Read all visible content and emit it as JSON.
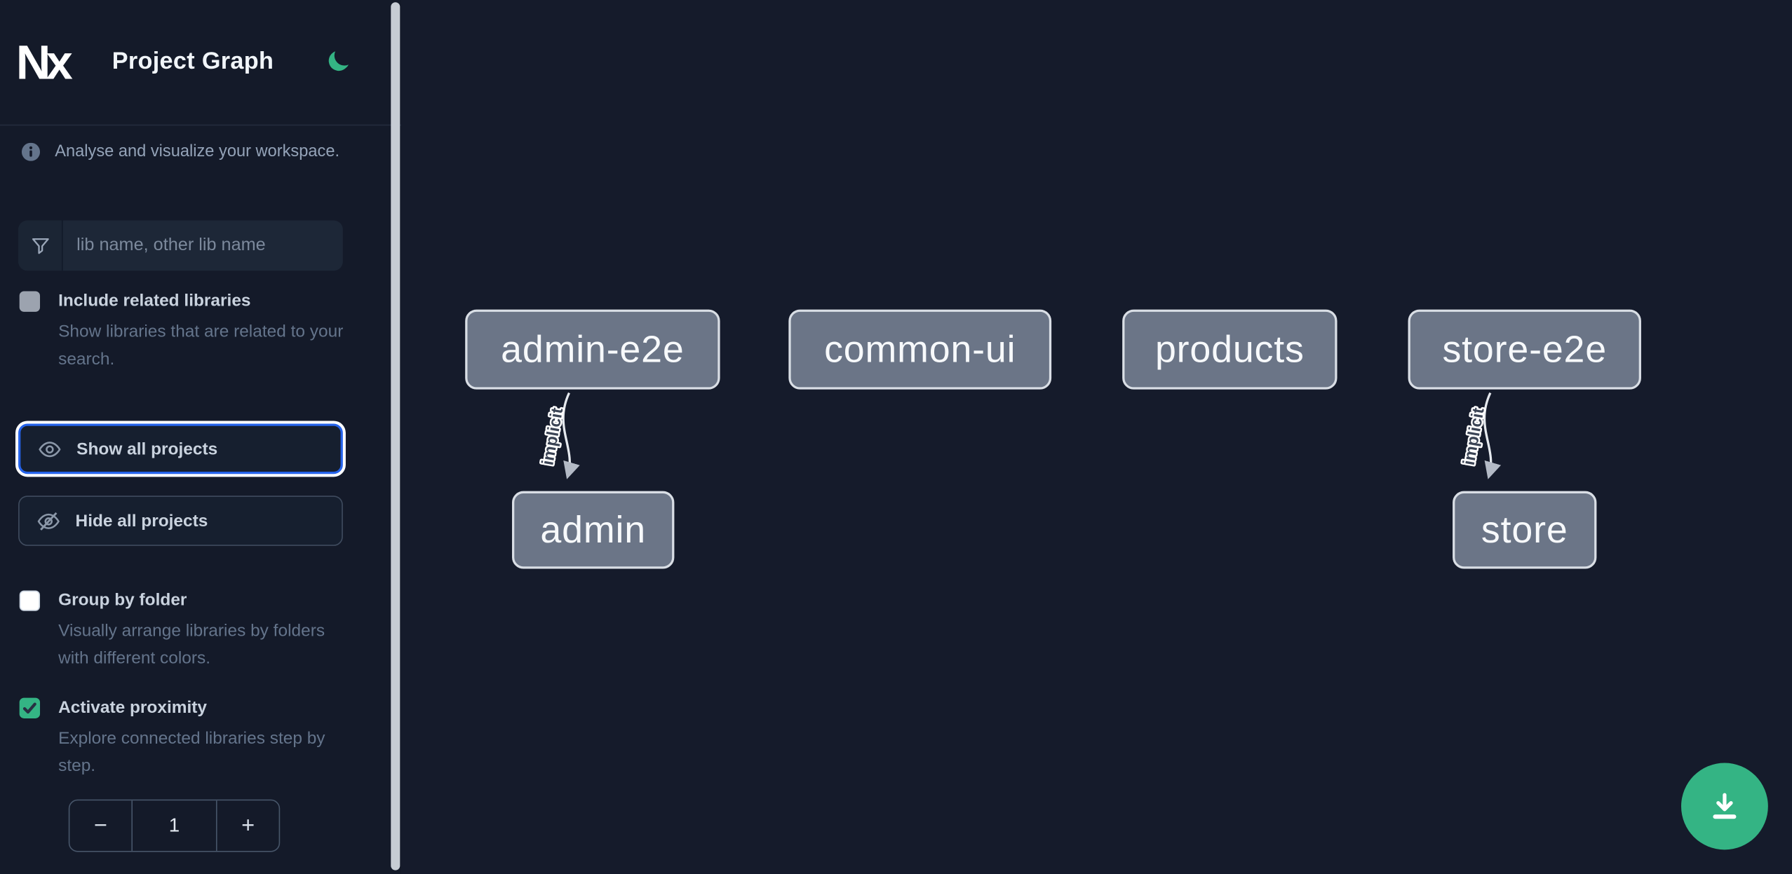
{
  "header": {
    "app_name": "Nx",
    "title": "Project Graph",
    "theme_icon": "moon (dark mode active)",
    "accent_color": "#34b484"
  },
  "sidebar": {
    "tagline": "Analyse and visualize your workspace.",
    "search": {
      "placeholder": "lib name, other lib name",
      "value": "",
      "icon": "funnel-filter"
    },
    "options": [
      {
        "label": "Include related libraries",
        "description": "Show libraries that are related to your search.",
        "checked": false,
        "state": "disabled"
      },
      {
        "label": "Group by folder",
        "description": "Visually arrange libraries by folders with different colors.",
        "checked": false,
        "state": "enabled"
      },
      {
        "label": "Activate proximity",
        "description": "Explore connected libraries step by step.",
        "checked": true,
        "state": "enabled"
      }
    ],
    "buttons": {
      "show_all": "Show all projects",
      "hide_all": "Hide all projects"
    },
    "proximity_stepper": {
      "decrement": "−",
      "value": "1",
      "increment": "+"
    }
  },
  "graph": {
    "nodes": [
      {
        "id": "admin-e2e",
        "label": "admin-e2e"
      },
      {
        "id": "common-ui",
        "label": "common-ui"
      },
      {
        "id": "products",
        "label": "products"
      },
      {
        "id": "store-e2e",
        "label": "store-e2e"
      },
      {
        "id": "admin",
        "label": "admin"
      },
      {
        "id": "store",
        "label": "store"
      }
    ],
    "edges": [
      {
        "source": "admin-e2e",
        "target": "admin",
        "label": "implicit"
      },
      {
        "source": "store-e2e",
        "target": "store",
        "label": "implicit"
      }
    ],
    "node_fill": "#6b7587",
    "node_border": "#d9dee5"
  },
  "fab": {
    "icon": "download",
    "color": "#34b484"
  }
}
